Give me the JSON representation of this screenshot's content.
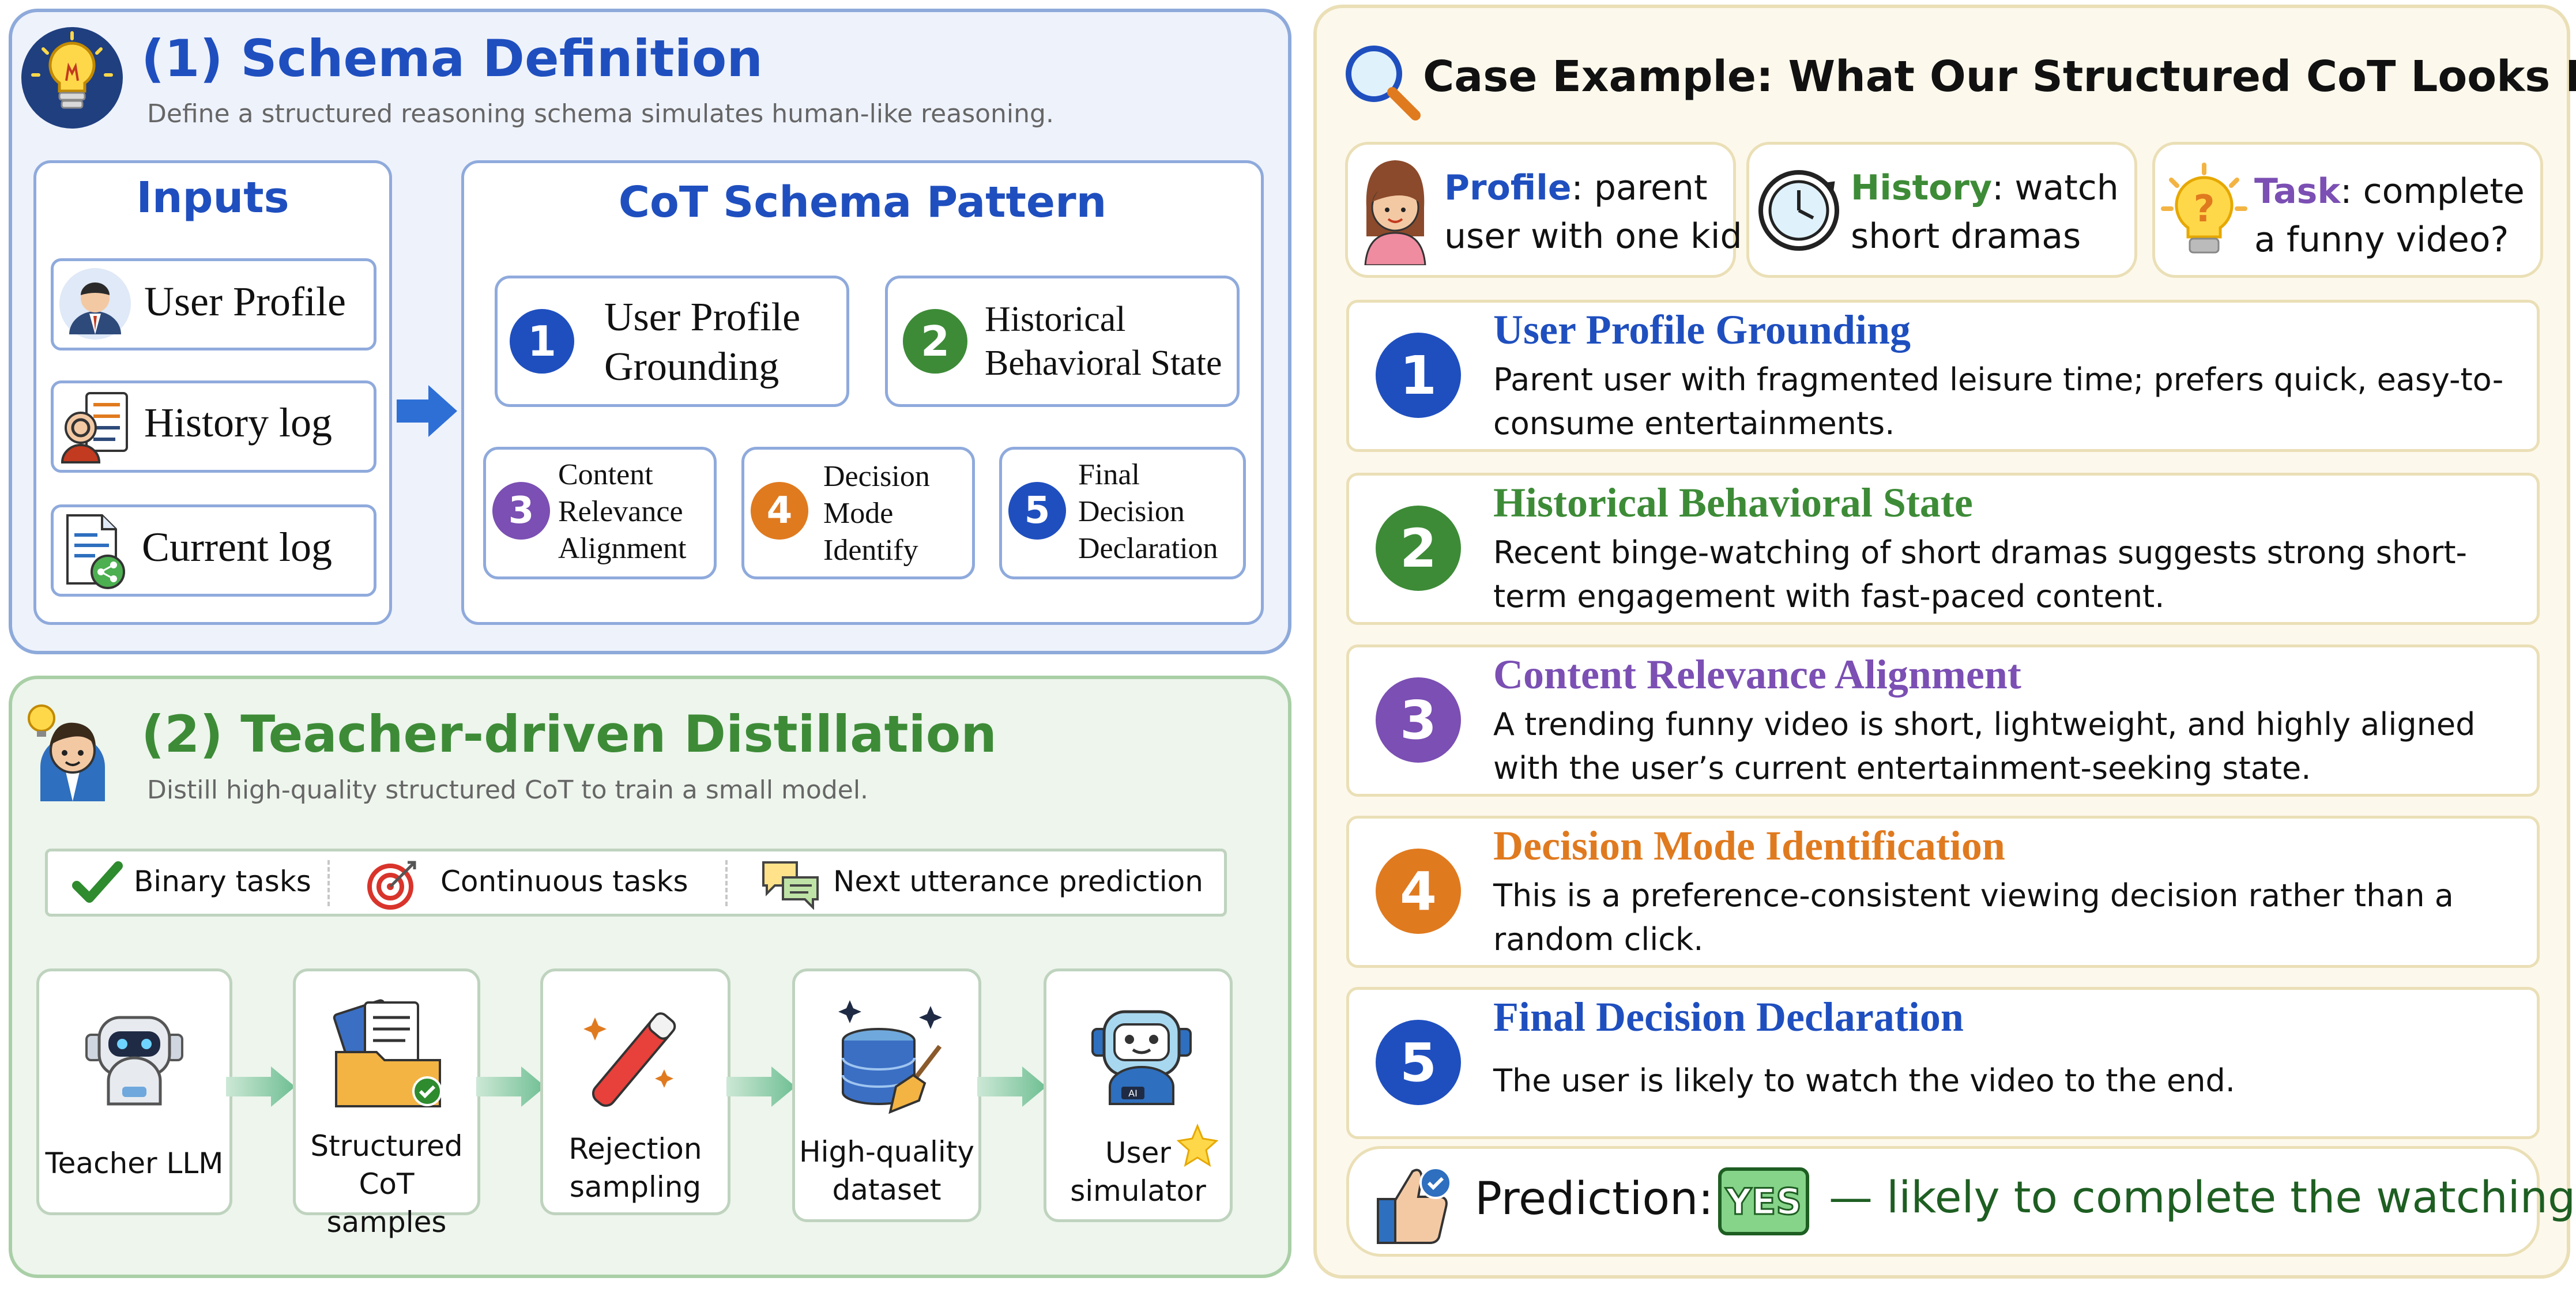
{
  "schema": {
    "title": "(1) Schema Definition",
    "subtitle": "Define a structured reasoning schema simulates human-like reasoning.",
    "inputs_title": "Inputs",
    "inputs": [
      "User Profile",
      "History log",
      "Current log"
    ],
    "pattern_title": "CoT Schema Pattern",
    "steps": [
      {
        "num": "1",
        "label_lines": [
          "User Profile",
          "Grounding"
        ]
      },
      {
        "num": "2",
        "label_lines": [
          "Historical",
          "Behavioral State"
        ]
      },
      {
        "num": "3",
        "label_lines": [
          "Content",
          "Relevance",
          "Alignment"
        ]
      },
      {
        "num": "4",
        "label_lines": [
          "Decision",
          "Mode",
          "Identify"
        ]
      },
      {
        "num": "5",
        "label_lines": [
          "Final",
          "Decision",
          "Declaration"
        ]
      }
    ]
  },
  "distill": {
    "title": "(2) Teacher-driven Distillation",
    "subtitle": "Distill high-quality structured CoT to train a small model.",
    "tasks": [
      "Binary tasks",
      "Continuous tasks",
      "Next utterance prediction"
    ],
    "pipeline": [
      {
        "lines": [
          "Teacher LLM"
        ]
      },
      {
        "lines": [
          "Structured",
          "CoT samples"
        ]
      },
      {
        "lines": [
          "Rejection",
          "sampling"
        ]
      },
      {
        "lines": [
          "High-quality",
          "dataset"
        ]
      },
      {
        "lines": [
          "User",
          "simulator"
        ]
      }
    ]
  },
  "case": {
    "title": "Case Example: What Our Structured CoT Looks Like?",
    "profile": {
      "key": "Profile",
      "text_1": ": parent",
      "text_2": "user with one kid"
    },
    "history": {
      "key": "History",
      "text_1": ": watch",
      "text_2": "short dramas"
    },
    "task": {
      "key": "Task",
      "text_1": ": complete",
      "text_2": "a funny video?"
    },
    "steps": [
      {
        "num": "1",
        "title": "User Profile Grounding",
        "desc": "Parent user with fragmented leisure time; prefers quick, easy-to-consume entertainments."
      },
      {
        "num": "2",
        "title": "Historical Behavioral State",
        "desc": "Recent binge-watching of short dramas suggests strong short-term engagement with fast-paced content."
      },
      {
        "num": "3",
        "title": "Content Relevance Alignment",
        "desc": "A trending funny video is short, lightweight, and highly aligned with the user’s current entertainment-seeking state."
      },
      {
        "num": "4",
        "title": "Decision Mode Identification",
        "desc": "This is a preference-consistent viewing decision rather than a random click."
      },
      {
        "num": "5",
        "title": "Final Decision Declaration",
        "desc": "The user is likely to watch the video to the end."
      }
    ],
    "prediction_label": "Prediction:",
    "prediction_badge": "YES",
    "prediction_text": "— likely to complete the watching."
  },
  "colors": {
    "blue": "#1f4fbf",
    "green": "#3d8b37",
    "purple": "#7b4fb3",
    "orange": "#e07a1f",
    "panel_blue_bg": "#eef2fb",
    "panel_green_bg": "#edf5ec",
    "panel_yellow_bg": "#fdf8ec"
  },
  "icons": [
    "lightbulb-icon",
    "magnifier-icon",
    "user-avatar-icon",
    "history-log-icon",
    "document-share-icon",
    "arrow-right-icon",
    "teacher-icon",
    "checkmark-icon",
    "target-icon",
    "chat-bubbles-icon",
    "robot-icon",
    "folder-documents-icon",
    "magic-wand-icon",
    "database-sparkle-icon",
    "ai-robot-icon",
    "girl-avatar-icon",
    "clock-icon",
    "question-bulb-icon",
    "thumbs-up-icon"
  ]
}
